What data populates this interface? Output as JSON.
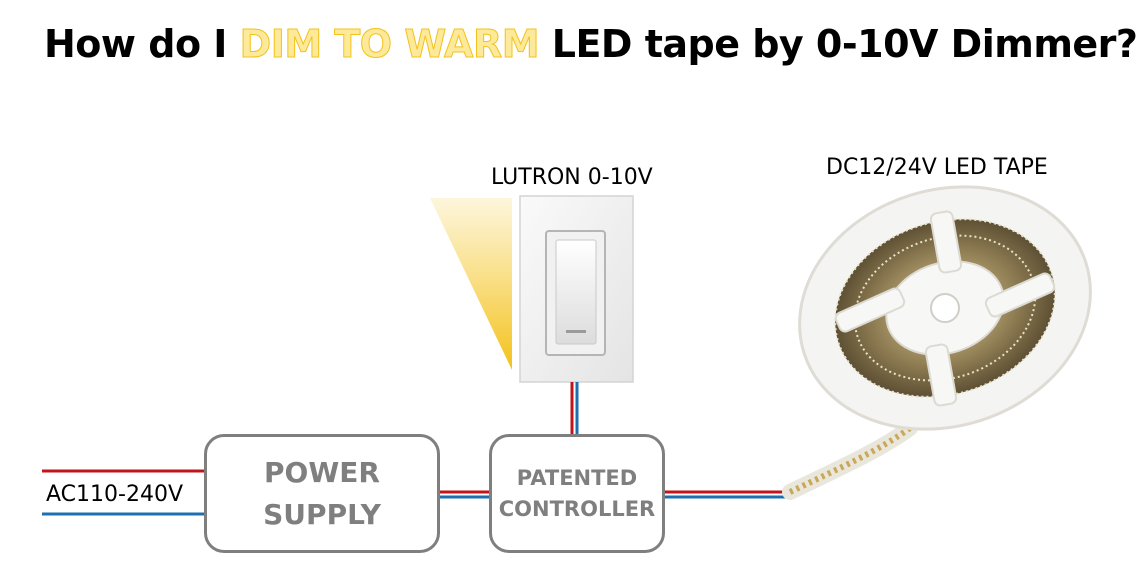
{
  "title": {
    "prefix": "How do I ",
    "highlight": "DIM TO WARM",
    "suffix": " LED tape by 0-10V Dimmer?"
  },
  "labels": {
    "dimmer": "LUTRON 0-10V",
    "tape": "DC12/24V LED TAPE",
    "ac_input": "AC110-240V"
  },
  "boxes": {
    "power_supply_line1": "POWER",
    "power_supply_line2": "SUPPLY",
    "controller_line1": "PATENTED",
    "controller_line2": "CONTROLLER"
  },
  "colors": {
    "live_wire": "#c0141c",
    "neutral_wire": "#1f6fb0",
    "box_border": "#7f7f7f",
    "warm_glow": "#f7d55a",
    "title_highlight": "#fde99a"
  }
}
